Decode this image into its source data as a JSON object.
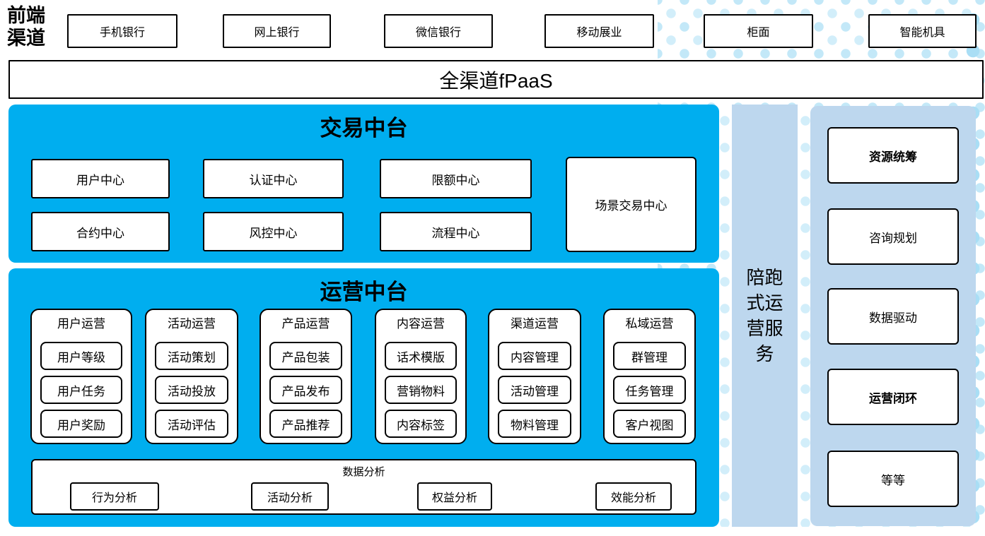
{
  "page": {
    "frontend_label": "前端渠道",
    "fpaas_label": "全渠道fPaaS"
  },
  "channels": [
    {
      "label": "手机银行"
    },
    {
      "label": "网上银行"
    },
    {
      "label": "微信银行"
    },
    {
      "label": "移动展业"
    },
    {
      "label": "柜面"
    },
    {
      "label": "智能机具"
    }
  ],
  "trade_platform": {
    "title": "交易中台",
    "centers": [
      "用户中心",
      "认证中心",
      "限额中心",
      "合约中心",
      "风控中心",
      "流程中心"
    ],
    "scene_center": "场景交易中心"
  },
  "ops_platform": {
    "title": "运营中台",
    "columns": [
      {
        "header": "用户运营",
        "items": [
          "用户等级",
          "用户任务",
          "用户奖励"
        ]
      },
      {
        "header": "活动运营",
        "items": [
          "活动策划",
          "活动投放",
          "活动评估"
        ]
      },
      {
        "header": "产品运营",
        "items": [
          "产品包装",
          "产品发布",
          "产品推荐"
        ]
      },
      {
        "header": "内容运营",
        "items": [
          "话术模版",
          "营销物料",
          "内容标签"
        ]
      },
      {
        "header": "渠道运营",
        "items": [
          "内容管理",
          "活动管理",
          "物料管理"
        ]
      },
      {
        "header": "私域运营",
        "items": [
          "群管理",
          "任务管理",
          "客户视图"
        ]
      }
    ],
    "data_analysis": {
      "title": "数据分析",
      "items": [
        "行为分析",
        "活动分析",
        "权益分析",
        "效能分析"
      ]
    }
  },
  "side_bar": {
    "label": "陪跑式运营服务"
  },
  "right_panel": {
    "items": [
      {
        "label": "资源统筹"
      },
      {
        "label": "咨询规划"
      },
      {
        "label": "数据驱动"
      },
      {
        "label": "运营闭环"
      },
      {
        "label": "等等"
      }
    ]
  },
  "colors": {
    "platform_blue": "#00AEEF",
    "panel_light_blue": "#BDD7EE",
    "dot_light_blue": "#D2EEFA",
    "border_black": "#000000"
  }
}
